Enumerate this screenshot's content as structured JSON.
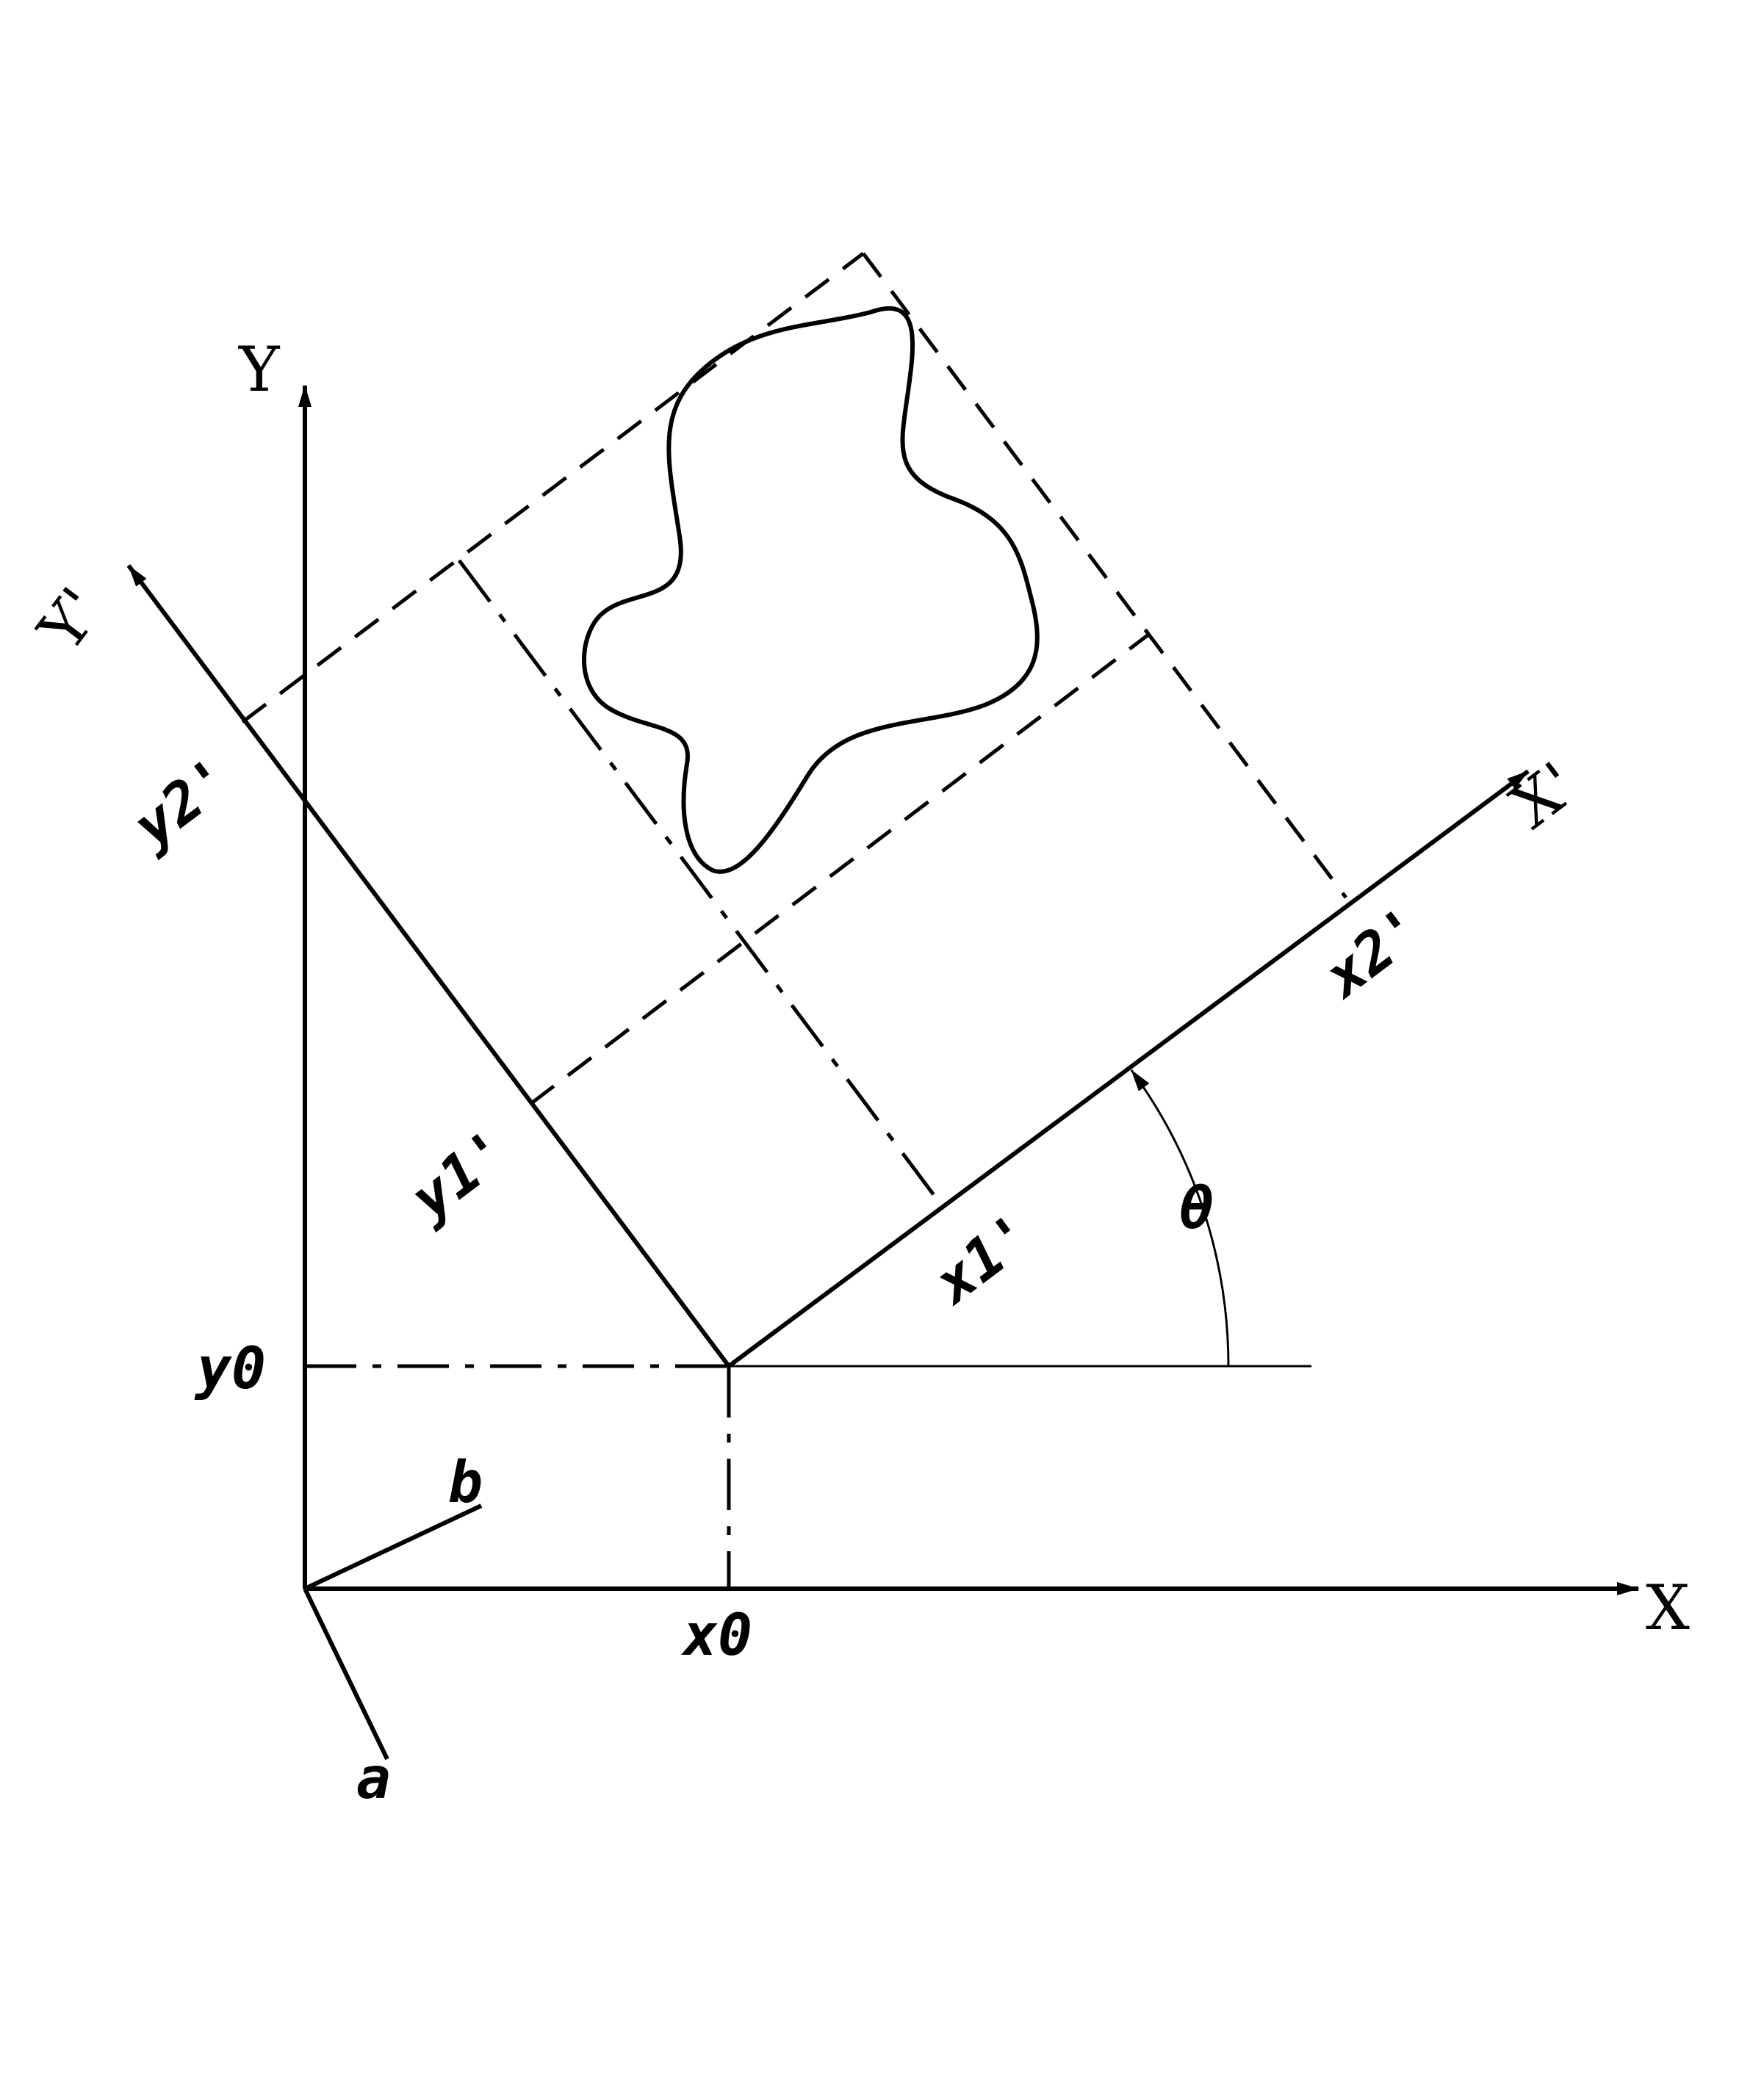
{
  "diagram": {
    "axes": {
      "x_label": "X",
      "y_label": "Y",
      "x_prime_label": "X'",
      "y_prime_label": "Y'"
    },
    "markers": {
      "x0": "x0",
      "y0": "y0",
      "x1_prime": "x1'",
      "x2_prime": "x2'",
      "y1_prime": "y1'",
      "y2_prime": "y2'",
      "theta": "θ",
      "a": "a",
      "b": "b"
    },
    "colors": {
      "line": "#000000",
      "background": "#ffffff"
    }
  }
}
